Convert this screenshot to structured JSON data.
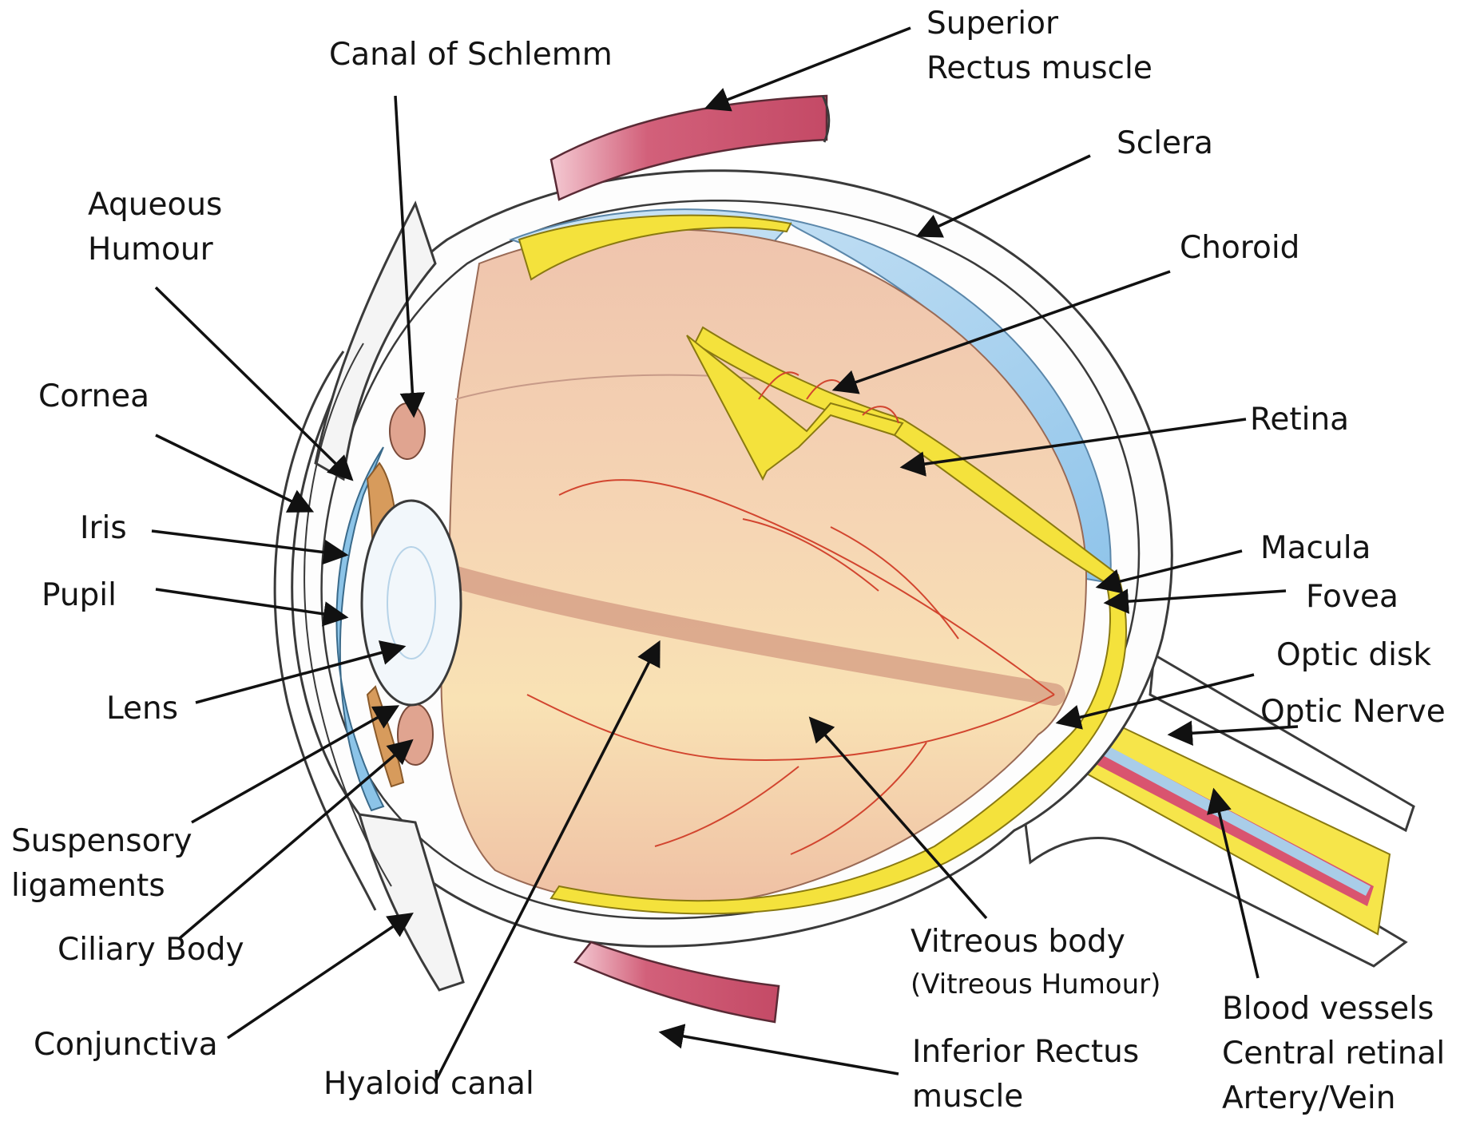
{
  "diagram": {
    "labels": {
      "superior_rectus": [
        "Superior",
        "Rectus muscle"
      ],
      "canal_of_schlemm": "Canal of Schlemm",
      "sclera": "Sclera",
      "aqueous_humour": [
        "Aqueous",
        "Humour"
      ],
      "choroid": "Choroid",
      "cornea": "Cornea",
      "retina": "Retina",
      "iris": "Iris",
      "macula": "Macula",
      "pupil": "Pupil",
      "fovea": "Fovea",
      "optic_disk": "Optic disk",
      "optic_nerve": "Optic Nerve",
      "lens": "Lens",
      "suspensory_ligaments": [
        "Suspensory",
        "ligaments"
      ],
      "ciliary_body": "Ciliary Body",
      "vitreous_body": [
        "Vitreous body",
        "(Vitreous Humour)"
      ],
      "blood_vessels": [
        "Blood vessels",
        "Central retinal",
        "Artery/Vein"
      ],
      "conjunctiva": "Conjunctiva",
      "hyaloid_canal": "Hyaloid canal",
      "inferior_rectus": [
        "Inferior Rectus",
        "muscle"
      ]
    },
    "colors": {
      "sclera": "#fdfdfd",
      "outline": "#3a3a3a",
      "muscle": "#d0607a",
      "choroid_blue": "#a9d3ee",
      "retina_yellow": "#f4e23c",
      "vitreous": "#f1c3a6",
      "vitreous_light": "#f8e3b6",
      "vessels": "#d2452f",
      "cornea_blue": "#8cc4e8",
      "iris": "#d79b5c",
      "lens": "#f2f7fb",
      "arrow": "#111111"
    }
  }
}
